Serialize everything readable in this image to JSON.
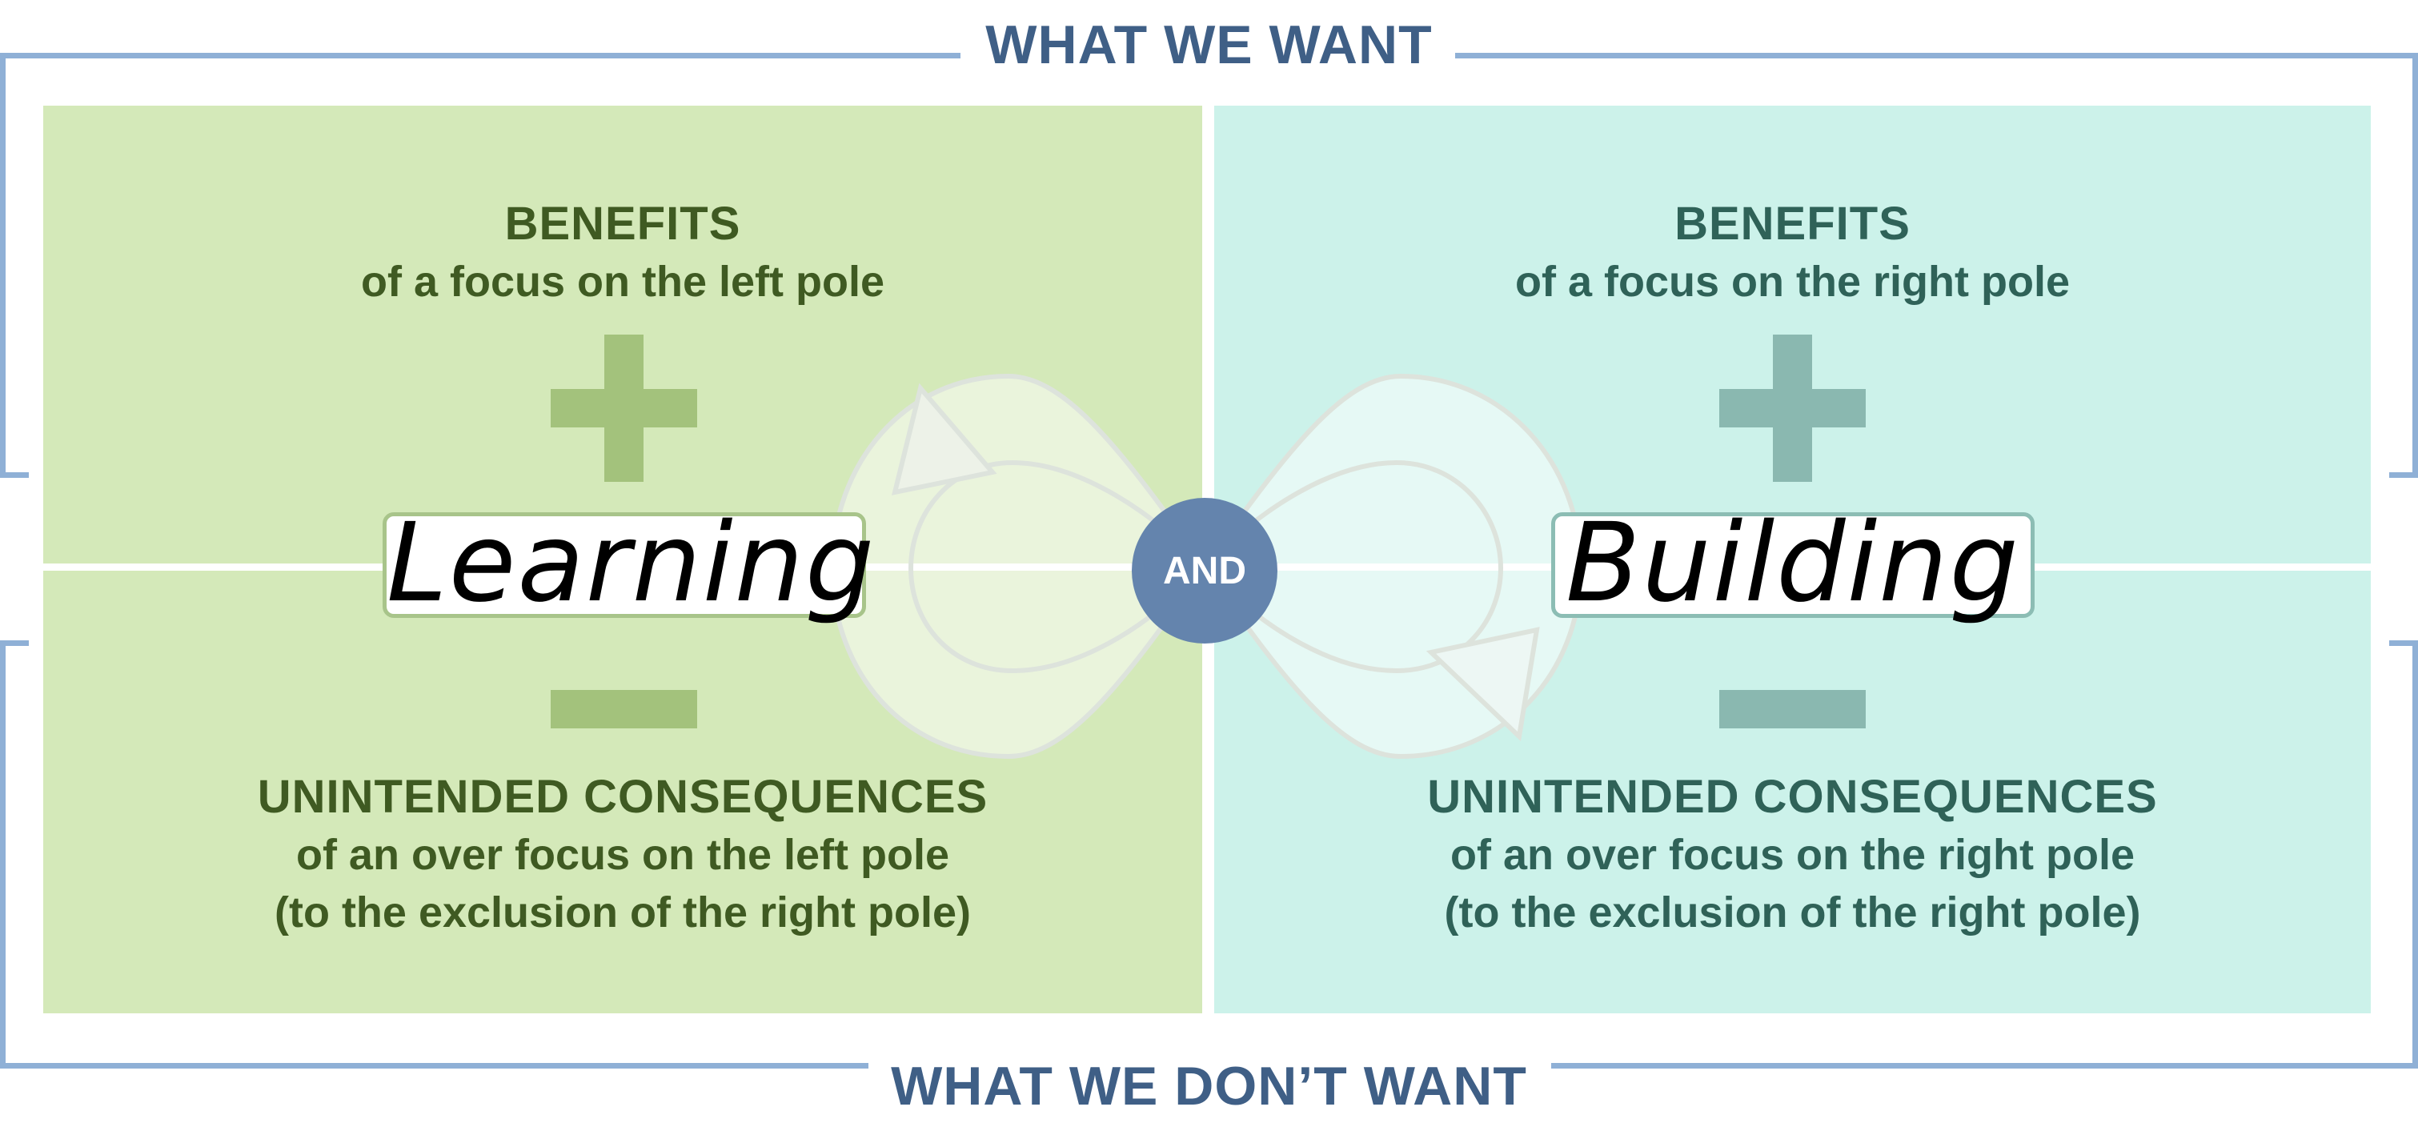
{
  "frame": {
    "top_label": "WHAT WE WANT",
    "bottom_label": "WHAT WE DON’T WANT"
  },
  "left_pole": {
    "name": "Learning",
    "benefits_heading": "BENEFITS",
    "benefits_sub": "of a focus on the left pole",
    "consequences_heading": "UNINTENDED CONSEQUENCES",
    "consequences_line1": "of an over focus on the left pole",
    "consequences_line2": "(to the exclusion of the right pole)"
  },
  "right_pole": {
    "name": "Building",
    "benefits_heading": "BENEFITS",
    "benefits_sub": "of a focus on the right pole",
    "consequences_heading": "UNINTENDED CONSEQUENCES",
    "consequences_line1": "of an over focus on the right pole",
    "consequences_line2": "(to the exclusion of the right pole)"
  },
  "connector": {
    "label": "AND"
  },
  "icons": {
    "left_plus": "plus-icon",
    "left_minus": "minus-icon",
    "right_plus": "plus-icon",
    "right_minus": "minus-icon",
    "center": "infinity-loop-icon"
  },
  "colors": {
    "frame": "#8fb0d6",
    "label": "#3f5f86",
    "left_fill": "#d4e9b9",
    "right_fill": "#ccf2ea",
    "left_sign": "#a3c27c",
    "right_sign": "#8ab8b0",
    "and_circle": "#6484ad"
  }
}
